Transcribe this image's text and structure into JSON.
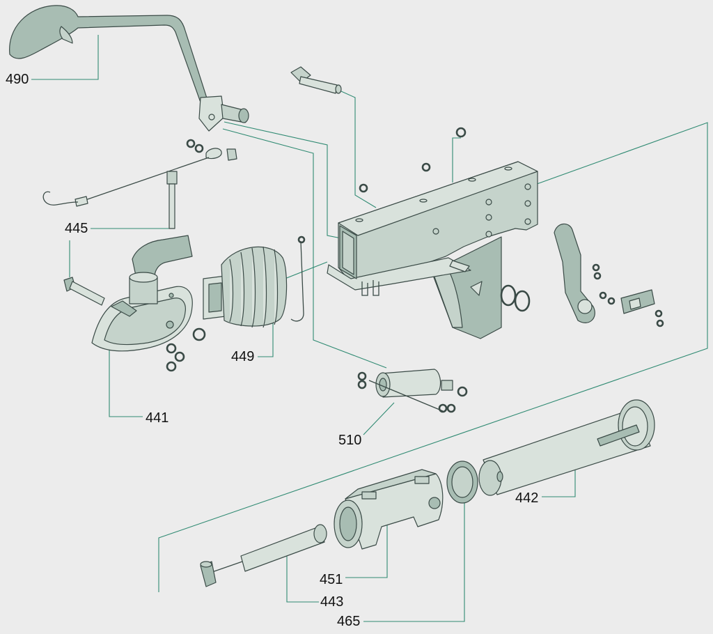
{
  "callouts": [
    {
      "id": "c490",
      "text": "490"
    },
    {
      "id": "c445",
      "text": "445"
    },
    {
      "id": "c449",
      "text": "449"
    },
    {
      "id": "c441",
      "text": "441"
    },
    {
      "id": "c510",
      "text": "510"
    },
    {
      "id": "c442",
      "text": "442"
    },
    {
      "id": "c451",
      "text": "451"
    },
    {
      "id": "c443",
      "text": "443"
    },
    {
      "id": "c465",
      "text": "465"
    }
  ],
  "colors": {
    "background": "#ececec",
    "part_fill": "#d9e2dc",
    "part_dark": "#6f9a8b",
    "leader_line": "#2f8a72",
    "outline": "#3a4a46"
  }
}
